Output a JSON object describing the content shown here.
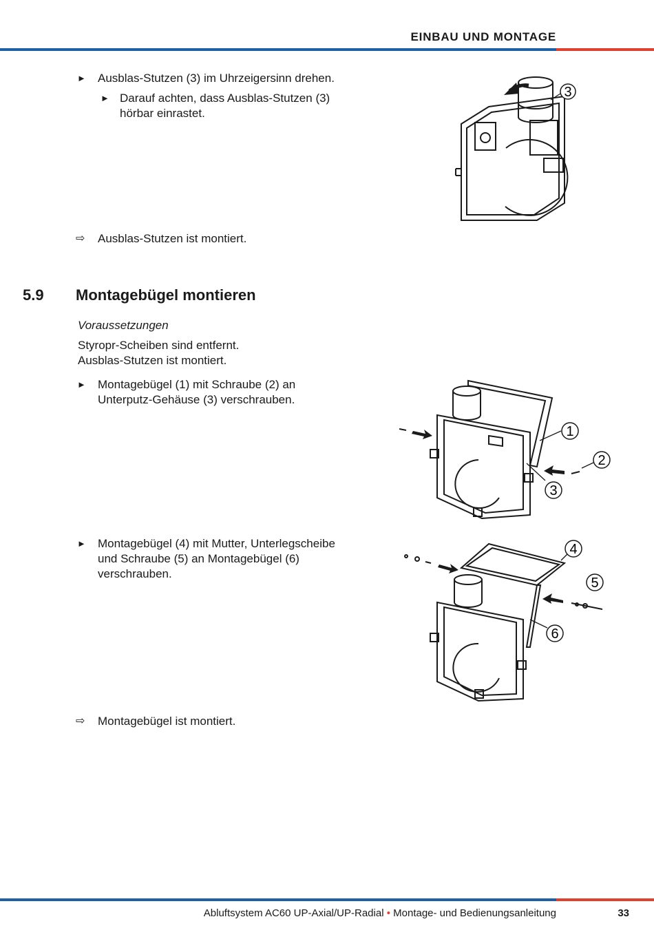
{
  "header": {
    "section_title": "EINBAU UND MONTAGE"
  },
  "step1": {
    "bullet_marker": "►",
    "instruction": "Ausblas-Stutzen (3) im Uhrzeigersinn drehen.",
    "sub_instruction_line1": "Darauf achten, dass Ausblas-Stutzen (3)",
    "sub_instruction_line2": "hörbar einrastet.",
    "result_marker": "⇨",
    "result": "Ausblas-Stutzen ist montiert.",
    "figure_callout": "3"
  },
  "section": {
    "number": "5.9",
    "title": "Montagebügel montieren",
    "prereq_label": "Voraussetzungen",
    "prereq_1": "Styropr-Scheiben sind entfernt.",
    "prereq_2": "Ausblas-Stutzen ist montiert."
  },
  "step2": {
    "instruction_line1": "Montagebügel (1) mit Schraube (2) an",
    "instruction_line2": "Unterputz-Gehäuse (3) verschrauben.",
    "callouts": [
      "1",
      "2",
      "3"
    ]
  },
  "step3": {
    "instruction_line1": "Montagebügel (4) mit Mutter, Unterlegscheibe",
    "instruction_line2": "und Schraube (5) an Montagebügel (6)",
    "instruction_line3": "verschrauben.",
    "callouts": [
      "4",
      "5",
      "6"
    ],
    "result": "Montagebügel ist montiert."
  },
  "footer": {
    "doc_title": "Abluftsystem AC60 UP-Axial/UP-Radial",
    "separator": "•",
    "doc_subtitle": "Montage- und Bedienungsanleitung",
    "page_number": "33"
  },
  "colors": {
    "rule_blue": "#1f5fa8",
    "rule_red": "#e2402f"
  }
}
